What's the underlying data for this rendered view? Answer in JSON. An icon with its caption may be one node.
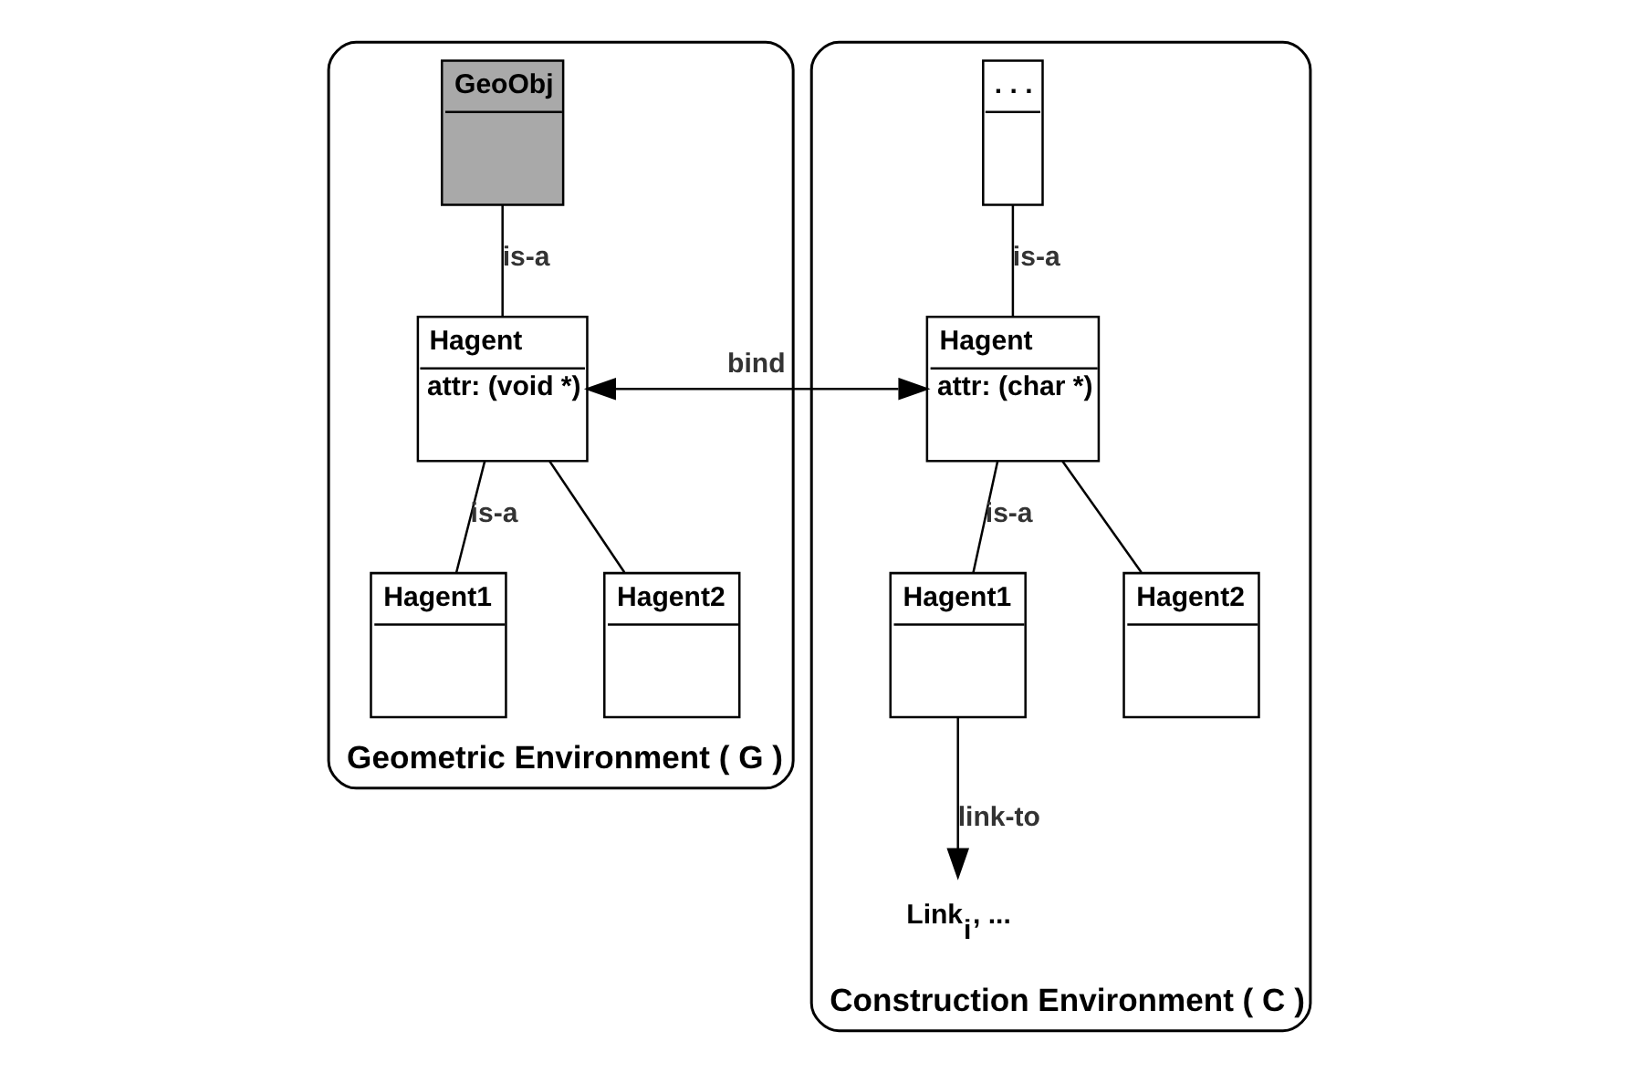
{
  "diagram": {
    "nodes": [
      {
        "text": [
          "Geometric Environment ( G )"
        ]
      },
      {
        "text": [
          "GeoObj"
        ],
        "in": 0
      },
      {
        "text": [
          "Hagent",
          "attr: (void *)"
        ],
        "in": 0
      },
      {
        "text": [
          "Hagent1"
        ],
        "in": 0
      },
      {
        "text": [
          "Hagent2"
        ],
        "in": 0
      },
      {
        "text": [
          "Construction Environment ( C )"
        ]
      },
      {
        "text": [
          ". . ."
        ],
        "in": 5
      },
      {
        "text": [
          "Hagent",
          "attr: (char *)"
        ],
        "in": 5
      },
      {
        "text": [
          "Hagent1"
        ],
        "in": 5
      },
      {
        "text": [
          "Hagent2"
        ],
        "in": 5
      },
      {
        "text": [
          "Link$_{i}$, ..."
        ],
        "in": 5
      }
    ],
    "edges": [
      {
        "from": 1,
        "to": 2,
        "arrow": "none",
        "label": "is-a"
      },
      {
        "from": 2,
        "to": 3,
        "arrow": "none",
        "label": "is-a"
      },
      {
        "from": 2,
        "to": 4,
        "arrow": "none"
      },
      {
        "from": 2,
        "to": 7,
        "arrow": "both",
        "label": "bind"
      },
      {
        "from": 6,
        "to": 7,
        "arrow": "none",
        "label": "is-a"
      },
      {
        "from": 7,
        "to": 8,
        "arrow": "none",
        "label": "is-a"
      },
      {
        "from": 7,
        "to": 9,
        "arrow": "none"
      },
      {
        "from": 8,
        "to": 10,
        "arrow": "to",
        "label": "link-to"
      }
    ]
  }
}
